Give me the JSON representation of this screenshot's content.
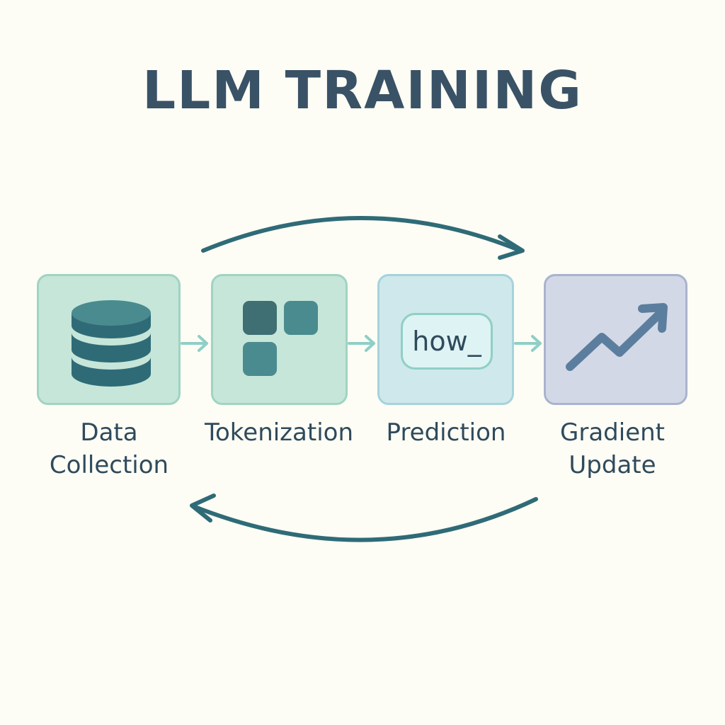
{
  "diagram": {
    "title": "LLM TRAINING",
    "stages": [
      {
        "id": "data-collection",
        "label": "Data\nCollection",
        "icon": "database-icon"
      },
      {
        "id": "tokenization",
        "label": "Tokenization",
        "icon": "tokens-icon"
      },
      {
        "id": "prediction",
        "label": "Prediction",
        "icon": "text-prompt-icon",
        "prompt_text": "how_"
      },
      {
        "id": "gradient-update",
        "label": "Gradient\nUpdate",
        "icon": "trending-up-icon"
      }
    ],
    "connectors": [
      {
        "from": "data-collection",
        "to": "tokenization"
      },
      {
        "from": "tokenization",
        "to": "prediction"
      },
      {
        "from": "prediction",
        "to": "gradient-update"
      }
    ],
    "cycle_arrows": [
      {
        "direction": "forward",
        "from": "tokenization",
        "to": "gradient-update"
      },
      {
        "direction": "back",
        "from": "gradient-update",
        "to": "tokenization"
      }
    ]
  },
  "colors": {
    "background": "#fdfdf5",
    "title_text": "#3a5266",
    "label_text": "#2f4a5c",
    "teal_dark": "#2f6b77",
    "teal_icon": "#4a8b8f",
    "connector": "#8fcfc6",
    "box_green_fill": "#c6e6d9",
    "box_green_border": "#9fd4c2",
    "box_blue_fill": "#cfe8ec",
    "box_blue_border": "#a5d3dc",
    "box_purple_fill": "#d3d8e6",
    "box_purple_border": "#a9b3cf",
    "chip_fill": "#def3f3",
    "chart_line": "#5c7e9e"
  }
}
